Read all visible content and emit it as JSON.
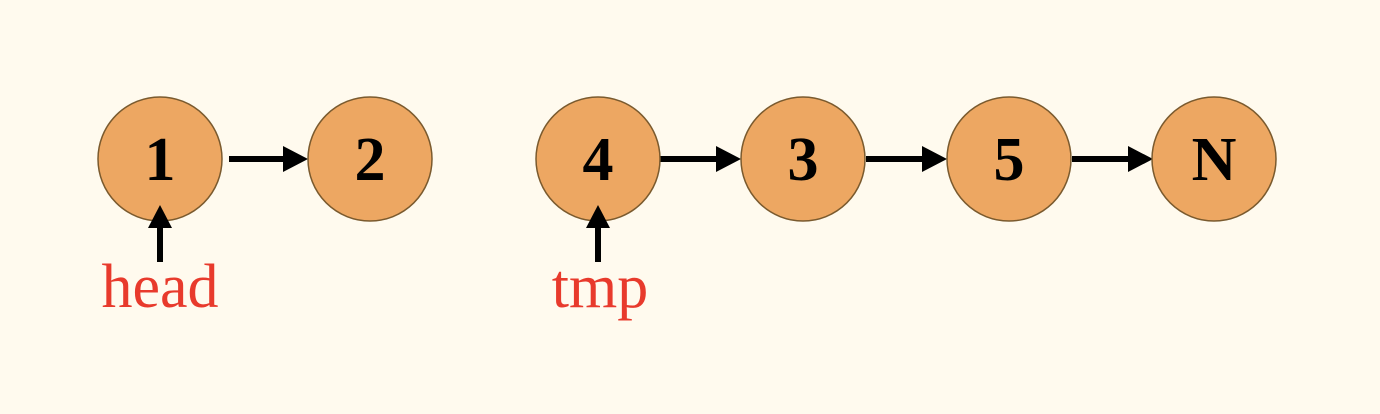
{
  "colors": {
    "background": "#fffaee",
    "node_fill": "#eda762",
    "node_stroke": "#7a5a2e",
    "pointer_label": "#e83a2c",
    "arrow": "#000000"
  },
  "lists": [
    {
      "nodes": [
        "1",
        "2"
      ],
      "pointer": {
        "label": "head",
        "target_index": 0
      }
    },
    {
      "nodes": [
        "4",
        "3",
        "5",
        "N"
      ],
      "pointer": {
        "label": "tmp",
        "target_index": 0
      }
    }
  ]
}
